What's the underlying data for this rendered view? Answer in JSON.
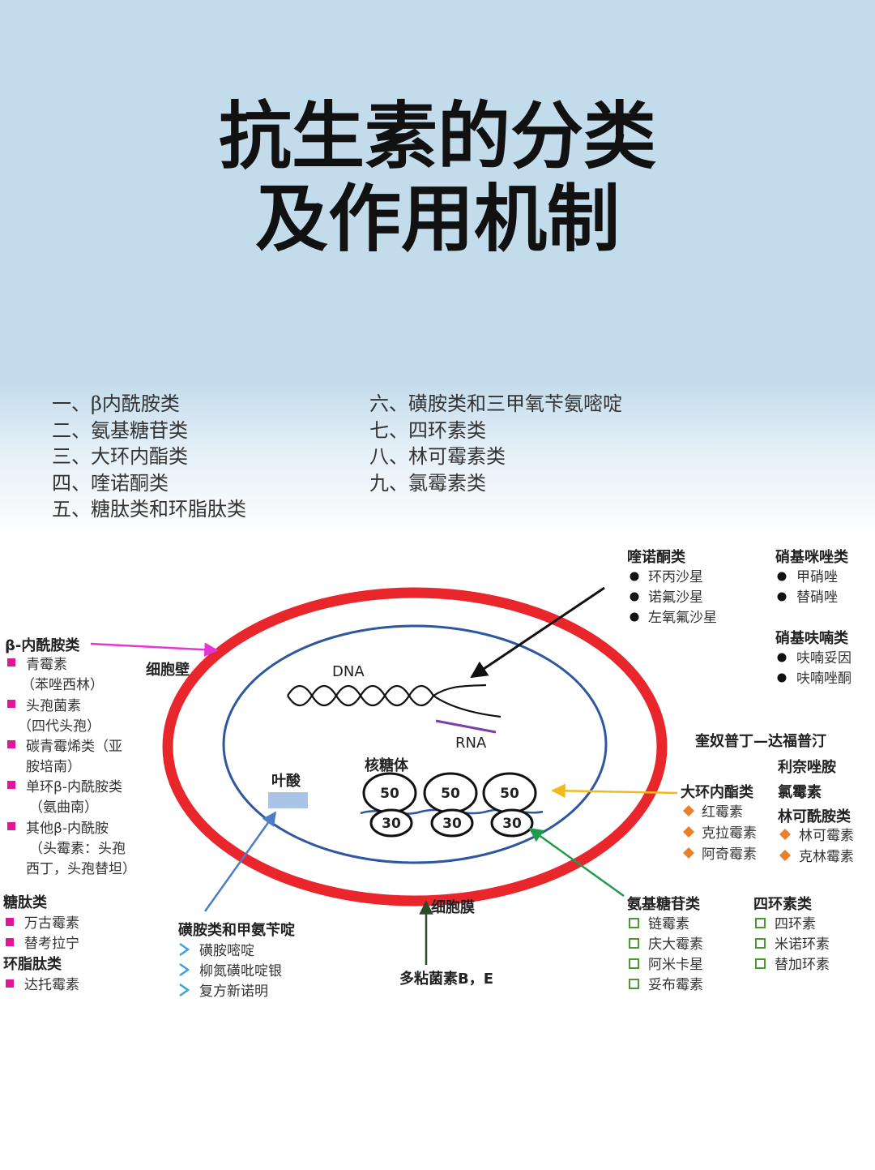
{
  "title": {
    "line1": "抗生素的分类",
    "line2": "及作用机制"
  },
  "classes_left": [
    {
      "num": "一、",
      "name": "β内酰胺类"
    },
    {
      "num": "二、",
      "name": "氨基糖苷类"
    },
    {
      "num": "三、",
      "name": "大环内酯类"
    },
    {
      "num": "四、",
      "name": "喹诺酮类"
    },
    {
      "num": "五、",
      "name": "糖肽类和环脂肽类"
    }
  ],
  "classes_right": [
    {
      "num": "六、",
      "name": "磺胺类和三甲氧苄氨嘧啶"
    },
    {
      "num": "七、",
      "name": "四环素类"
    },
    {
      "num": "八、",
      "name": "林可霉素类"
    },
    {
      "num": "九、",
      "name": "氯霉素类"
    }
  ],
  "cell": {
    "wall": "细胞壁",
    "membrane": "细胞膜",
    "dna": "DNA",
    "rna": "RNA",
    "folate": "叶酸",
    "ribosome": "核糖体",
    "large_subunit": "50",
    "small_subunit": "30"
  },
  "groups": {
    "beta_lactam": {
      "title": "β-内酰胺类",
      "lines": [
        "青霉素",
        "（苯唑西林）",
        "头孢菌素",
        "（四代头孢）",
        "碳青霉烯类（亚",
        "胺培南）",
        "单环β-内酰胺类",
        "（氨曲南）",
        "其他β-内酰胺",
        "（头霉素：头孢",
        "西丁，头孢替坦）"
      ]
    },
    "glycopeptide": {
      "title": "糖肽类",
      "items": [
        "万古霉素",
        "替考拉宁"
      ]
    },
    "cyclic_lipopeptide": {
      "title": "环脂肽类",
      "items": [
        "达托霉素"
      ]
    },
    "sulfonamide": {
      "title": "磺胺类和甲氨苄啶",
      "items": [
        "磺胺嘧啶",
        "柳氮磺吡啶银",
        "复方新诺明"
      ]
    },
    "polymyxin": {
      "title": "多粘菌素B，E"
    },
    "quinolone": {
      "title": "喹诺酮类",
      "items": [
        "环丙沙星",
        "诺氟沙星",
        "左氧氟沙星"
      ]
    },
    "nitroimidazole": {
      "title": "硝基咪唑类",
      "items": [
        "甲硝唑",
        "替硝唑"
      ]
    },
    "nitrofuran": {
      "title": "硝基呋喃类",
      "items": [
        "呋喃妥因",
        "呋喃唑酮"
      ]
    },
    "extra_drugs": [
      "奎奴普丁—达福普汀",
      "利奈唑胺",
      "氯霉素"
    ],
    "macrolide": {
      "title": "大环内酯类",
      "items": [
        "红霉素",
        "克拉霉素",
        "阿奇霉素"
      ]
    },
    "lincosamide": {
      "title": "林可酰胺类",
      "items": [
        "林可霉素",
        "克林霉素"
      ]
    },
    "aminoglycoside": {
      "title": "氨基糖苷类",
      "items": [
        "链霉素",
        "庆大霉素",
        "阿米卡星",
        "妥布霉素"
      ]
    },
    "tetracycline": {
      "title": "四环素类",
      "items": [
        "四环素",
        "米诺环素",
        "替加环素"
      ]
    }
  },
  "colors": {
    "header_bg": "#c3dcec",
    "cell_wall": "#e8262b",
    "cell_membrane": "#2e57a0",
    "beta_arrow": "#e534d8",
    "bullet_magenta": "#e0169a",
    "bullet_orange": "#e8802c",
    "bullet_green": "#4a9a32",
    "bullet_blue": "#3aa3e0",
    "macrolide_arrow": "#f1b91c",
    "aminoglycoside_arrow": "#1e9c4a",
    "sulfonamide_arrow": "#4a7cc7",
    "polymyxin_arrow": "#2a4a2a",
    "rna_line": "#7b3fa8",
    "folate_box": "#aac3e6"
  }
}
